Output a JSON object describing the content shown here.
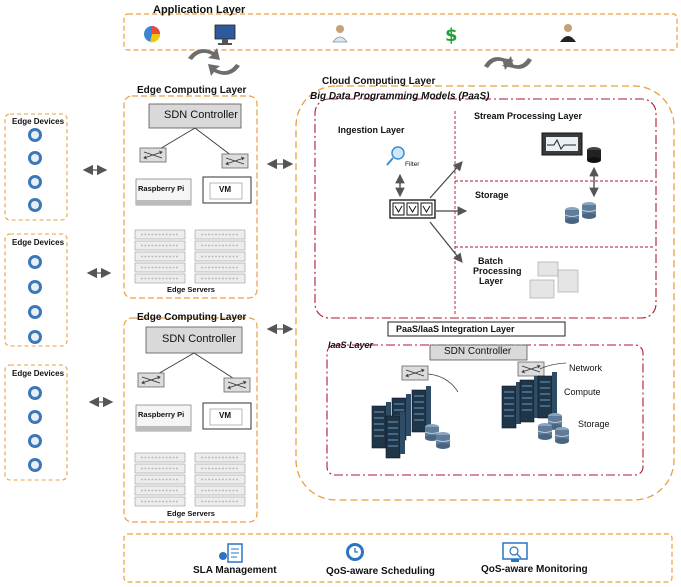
{
  "application_layer": {
    "title": "Application Layer"
  },
  "edge_devices": {
    "title": "Edge Devices"
  },
  "edge_layer": {
    "title": "Edge Computing  Layer",
    "sdn": "SDN Controller",
    "raspberry": "Raspberry Pi",
    "vm": "VM",
    "servers": "Edge Servers"
  },
  "cloud": {
    "title": "Cloud Computing  Layer",
    "paas_title": "Big Data Programming Models (PaaS)",
    "ingestion": "Ingestion Layer",
    "filter": "Filter",
    "stream": "Stream Processing Layer",
    "storage": "Storage",
    "batch": [
      "Batch",
      "Processing",
      "Layer"
    ],
    "integration": "PaaS/IaaS Integration Layer",
    "iaas_title": "IaaS Layer",
    "sdn": "SDN Controller",
    "network": "Network",
    "compute": "Compute",
    "storage_label": "Storage"
  },
  "management": {
    "sla": "SLA Management",
    "scheduling": "QoS-aware Scheduling",
    "monitoring": "QoS-aware Monitoring"
  },
  "colors": {
    "dashed_orange": "#e8a040",
    "dashed_red": "#b01830",
    "gray_box": "#d9d9d9",
    "arrow": "#666666"
  },
  "icons": [
    "pie-chart-icon",
    "monitor-icon",
    "doctor-icon",
    "dollar-icon",
    "businessman-icon",
    "cloud-icon",
    "person-icon",
    "bike-icon",
    "car-icon",
    "switch-icon",
    "server-rack-icon",
    "database-icon",
    "queue-icon",
    "magnifier-icon",
    "document-icon",
    "clock-icon"
  ]
}
